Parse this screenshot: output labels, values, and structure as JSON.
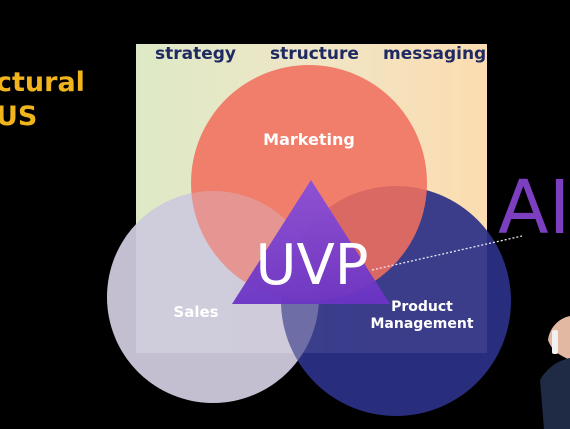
{
  "side_heading": {
    "line1": "ctural",
    "line2": "US"
  },
  "columns": [
    "strategy",
    "structure",
    "messaging"
  ],
  "circles": {
    "marketing": "Marketing",
    "sales": "Sales",
    "product_line1": "Product",
    "product_line2": "Management"
  },
  "center_label": "UVP",
  "ai_label": "AI",
  "colors": {
    "background": "#000000",
    "heading": "#f2b41c",
    "column_text": "#1f2a63",
    "strategy_panel": "#dfe8c6",
    "structure_panel": "#f6e2c3",
    "messaging_panel": "#fbdcb3",
    "marketing_circle": "#f07a68",
    "sales_circle": "#c9cde0",
    "product_circle": "#2b2f86",
    "triangle": "#7b3fd0",
    "ai_text": "#7b3fbf"
  }
}
